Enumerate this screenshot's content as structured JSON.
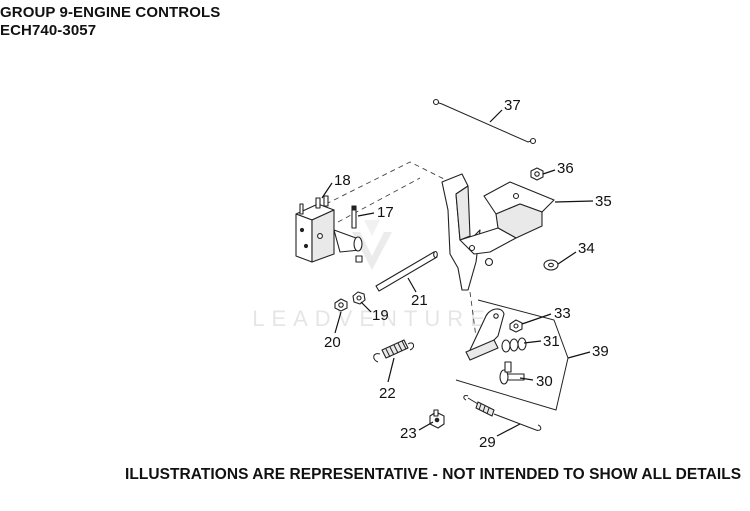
{
  "header": {
    "title": "GROUP 9-ENGINE CONTROLS",
    "model": "ECH740-3057"
  },
  "footer": {
    "note": "ILLUSTRATIONS ARE REPRESENTATIVE - NOT INTENDED TO SHOW ALL DETAILS"
  },
  "watermark": {
    "text": "LEADVENTURE"
  },
  "callouts": {
    "c17": "17",
    "c18": "18",
    "c19": "19",
    "c20": "20",
    "c21": "21",
    "c22": "22",
    "c23": "23",
    "c29": "29",
    "c30": "30",
    "c31": "31",
    "c33": "33",
    "c34": "34",
    "c35": "35",
    "c36": "36",
    "c37": "37",
    "c39": "39"
  }
}
